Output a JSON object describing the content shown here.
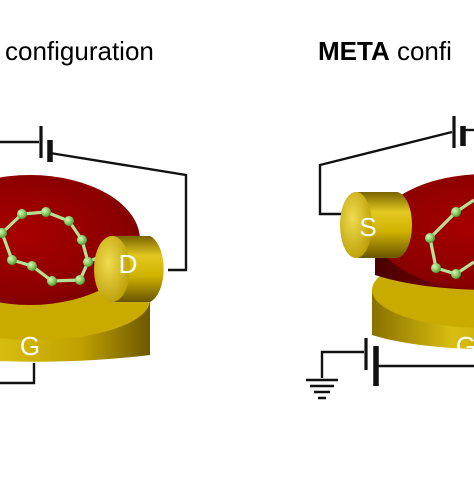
{
  "colors": {
    "disk_top": "#8a0000",
    "disk_side": "#5c0000",
    "gold": "#d4b400",
    "gold_dark": "#8a7000",
    "atom": "#8fd36a",
    "bond": "#b8df95",
    "wire": "#111111"
  },
  "left_panel": {
    "title_plain": "configuration",
    "electrodes": {
      "drain": "D",
      "gate": "G"
    }
  },
  "right_panel": {
    "title_bold": "META",
    "title_plain": " confi",
    "electrodes": {
      "source": "S",
      "gate": "G"
    },
    "icons": [
      "ground-icon",
      "battery-icon"
    ]
  },
  "left_icons": [
    "battery-icon"
  ]
}
